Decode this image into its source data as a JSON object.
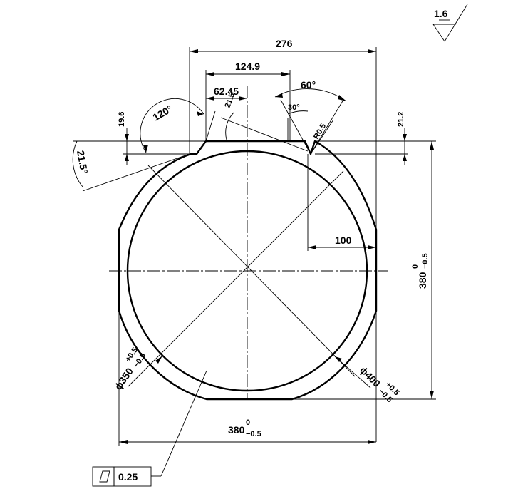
{
  "surface_finish": {
    "value": "1.6"
  },
  "dimensions": {
    "width_276": "276",
    "width_124_9": "124.9",
    "width_62_45": "62.45",
    "angle_21_5_top": "21.5°",
    "angle_60": "60°",
    "angle_30": "30°",
    "radius_0_5": "R0.5",
    "height_19_6": "19.6",
    "height_21_2": "21.2",
    "angle_120": "120°",
    "angle_21_5_left": "21.5°",
    "dim_100": "100",
    "height_380": {
      "base": "380",
      "upper_tol": "0",
      "lower_tol": "−0.5"
    },
    "width_380": {
      "base": "380",
      "upper_tol": "0",
      "lower_tol": "−0.5"
    },
    "dia_350": {
      "base": "ϕ350",
      "upper_tol": "+0.5",
      "lower_tol": "−0.5"
    },
    "dia_400": {
      "base": "ϕ400",
      "upper_tol": "+0.5",
      "lower_tol": "−0.5"
    }
  },
  "flatness_frame": {
    "symbol": "flatness-parallelogram",
    "tolerance": "0.25"
  }
}
